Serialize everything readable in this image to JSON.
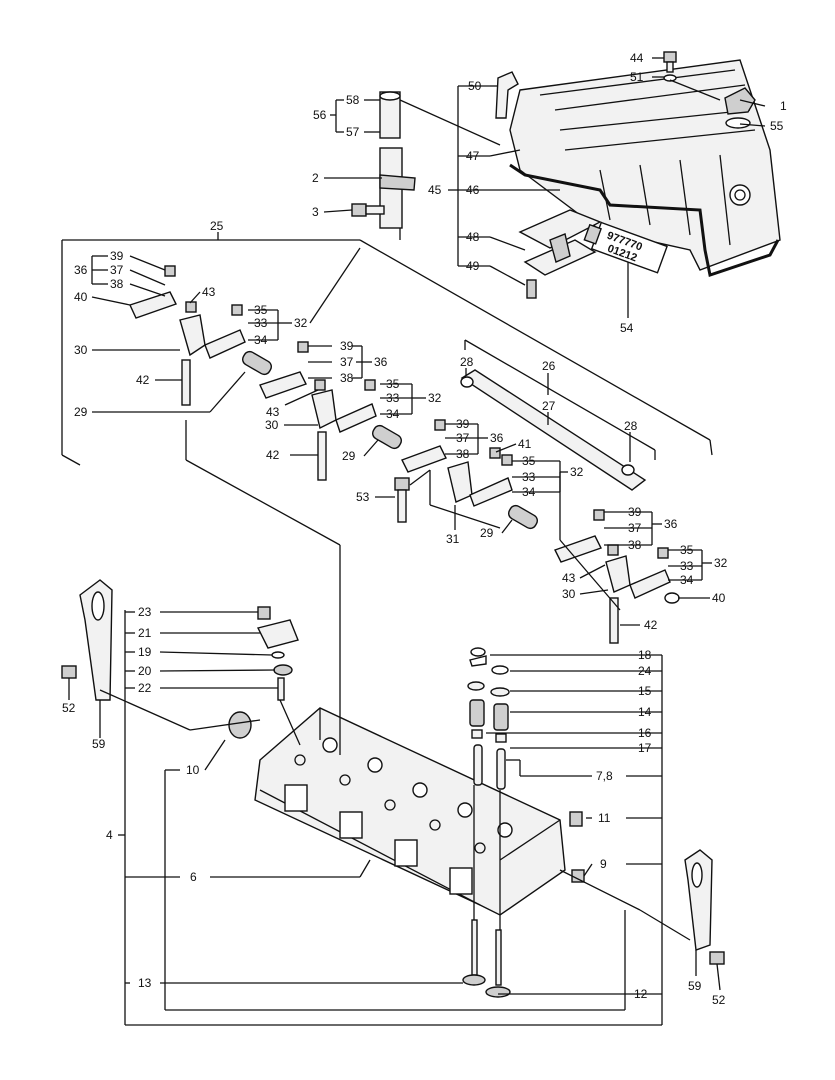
{
  "labels": {
    "l1": "1",
    "l2": "2",
    "l3": "3",
    "l4": "4",
    "l6": "6",
    "l78": "7,8",
    "l9": "9",
    "l10": "10",
    "l11": "11",
    "l12": "12",
    "l13": "13",
    "l14": "14",
    "l15": "15",
    "l16": "16",
    "l17": "17",
    "l18": "18",
    "l19": "19",
    "l20": "20",
    "l21": "21",
    "l22": "22",
    "l23": "23",
    "l24": "24",
    "l25": "25",
    "l26": "26",
    "l27": "27",
    "l28": "28",
    "l29": "29",
    "l30": "30",
    "l31": "31",
    "l32": "32",
    "l33": "33",
    "l34": "34",
    "l35": "35",
    "l36": "36",
    "l37": "37",
    "l38": "38",
    "l39": "39",
    "l40": "40",
    "l41": "41",
    "l42": "42",
    "l43": "43",
    "l44": "44",
    "l45": "45",
    "l46": "46",
    "l47": "47",
    "l48": "48",
    "l49": "49",
    "l50": "50",
    "l51": "51",
    "l52": "52",
    "l53": "53",
    "l54": "54",
    "l55": "55",
    "l56": "56",
    "l57": "57",
    "l58": "58",
    "l59": "59"
  },
  "tube_text": {
    "line1": "977770",
    "line2": "01212"
  }
}
